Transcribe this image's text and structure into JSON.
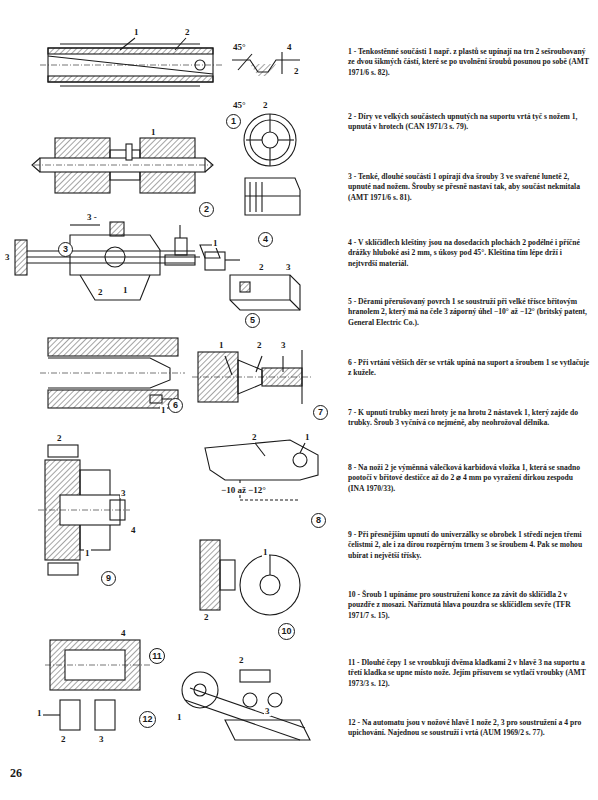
{
  "diagram": {
    "nodes": [
      {
        "text": [
          "1"
        ]
      },
      {
        "text": [
          "2"
        ]
      },
      {
        "text": [
          "3"
        ]
      },
      {
        "text": [
          "4"
        ]
      },
      {
        "text": [
          "5"
        ]
      },
      {
        "text": [
          "6"
        ]
      },
      {
        "text": [
          "7"
        ]
      },
      {
        "text": [
          "8"
        ]
      },
      {
        "text": [
          "9"
        ]
      },
      {
        "text": [
          "10"
        ]
      },
      {
        "text": [
          "11"
        ]
      },
      {
        "text": [
          "12"
        ]
      }
    ],
    "labels": [
      "1 - Tenkostěnné součásti 1 např. z plastů se upínají na trn 2 sešroubovaný ze dvou šikmých částí, které se po uvolnění šroubů posunou po sobě (AMT 1971/6 s. 82).",
      "2 - Díry ve velkých součástech upnutých na suportu vrtá tyč s nožem 1, upnutá v hrotech (CAN 1971/3 s. 79).",
      "3 - Tenké, dlouhé součásti 1 opírají dva šrouby 3 ve svařené lunetě 2, upnuté nad nožem. Šrouby se přesně nastaví tak, aby součást nekmitala (AMT 1971/6 s. 81).",
      "4 - V sklíčidlech kleštiny jsou na dosedacích plochách 2 podélné i příčné drážky hluboké asi 2 mm, s úkosy pod 45°. Kleština tím lépe drží i nejtvrdší materiál.",
      "5 - Děrami přerušovaný povrch 1 se soustruží při velké třísce břitovým hranolem 2, který má na čele 3 záporný úhel −10° až −12° (britský patent, General Electric Co.).",
      "6 - Při vrtání větších děr se vrták upíná na suport a šroubem 1 se vytlačuje z kužele.",
      "7 - K upnutí trubky mezi hroty je na hrotu 2 nástavek 1, který zajde do trubky. Šroub 3 vyčnívá co nejméně, aby neohrožoval dělníka.",
      "8 - Na noži 2 je výměnná válečková karbidová vložka 1, která se snadno pootočí v břitové destičce až do 2 ⌀ 4 mm po vyražení dírkou zespodu (INA 1970/33).",
      "9 - Při přesnějším upnutí do univerzálky se obrobek 1 středí nejen třemi čelistmi 2, ale i za dírou rozpěrným trnem 3 se šroubem 4. Pak se mohou ubírat i největší třísky.",
      "10 - Šroub 1 upínáme pro soustružení konce za závit do sklíčidla 2 v pouzdře z mosazi. Naříznutá hlava pouzdra se sklíčidlem sevře (TFR 1971/7 s. 15).",
      "11 - Dlouhé čepy 1 se vroubkují dvěma kladkami 2 v hlavě 3 na suportu a třetí kladka se upne místo nože. Jejím přísuvem se vytlačí vroubky (AMT 1973/3 s. 12).",
      "12 - Na automatu jsou v nožové hlavě 1 nože 2, 3 pro soustružení a 4 pro upichování. Najednou se soustruží i vrtá (AUM 1969/2 s. 77).",
      "26",
      "1",
      "2",
      "45°",
      "4",
      "2",
      "45°",
      "2",
      "1",
      "3",
      "3 -",
      "2",
      "1",
      "1",
      "2",
      "3",
      "1",
      "1",
      "2",
      "3",
      "2",
      "1",
      "−10 až −12°",
      "1",
      "2",
      "3",
      "4",
      "1",
      "2",
      "1",
      "2",
      "3",
      "1",
      "2",
      "3",
      "4"
    ]
  }
}
